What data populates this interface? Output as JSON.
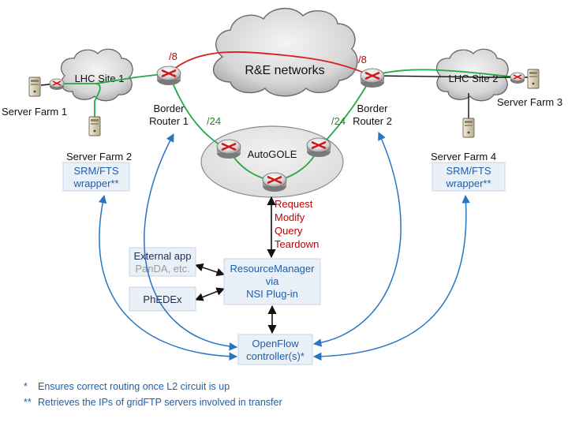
{
  "cloud": {
    "label": "R&E networks"
  },
  "sites": {
    "site1": "LHC Site 1",
    "site2": "LHC Site 2"
  },
  "server_farms": {
    "farm1": "Server Farm 1",
    "farm2": "Server Farm 2",
    "farm3": "Server Farm 3",
    "farm4": "Server Farm 4"
  },
  "routers": {
    "br1_line1": "Border",
    "br1_line2": "Router 1",
    "br2_line1": "Border",
    "br2_line2": "Router 2"
  },
  "prefixes": {
    "left_red": "/8",
    "right_red": "/8",
    "left_green": "/24",
    "right_green": "/24"
  },
  "autogole": {
    "label": "AutoGOLE"
  },
  "srm_left": {
    "line1": "SRM/FTS",
    "line2": "wrapper**"
  },
  "srm_right": {
    "line1": "SRM/FTS",
    "line2": "wrapper**"
  },
  "operations": [
    "Request",
    "Modify",
    "Query",
    "Teardown"
  ],
  "external_app": {
    "line1": "External app",
    "line2": "PanDA, etc."
  },
  "phedex": {
    "label": "PhEDEx"
  },
  "resource_manager": {
    "line1": "ResourceManager",
    "line2": "via",
    "line3": "NSI Plug-in"
  },
  "openflow": {
    "line1": "OpenFlow",
    "line2": "controller(s)*"
  },
  "footnotes": [
    {
      "mark": "*",
      "text": "Ensures correct routing once L2 circuit is up"
    },
    {
      "mark": "**",
      "text": "Retrieves the IPs of gridFTP servers involved in transfer"
    }
  ],
  "colors": {
    "red_link": "#d62020",
    "green_link": "#22a845",
    "blue_arrow": "#2a74c4",
    "box_fill": "#e9f0f8"
  }
}
